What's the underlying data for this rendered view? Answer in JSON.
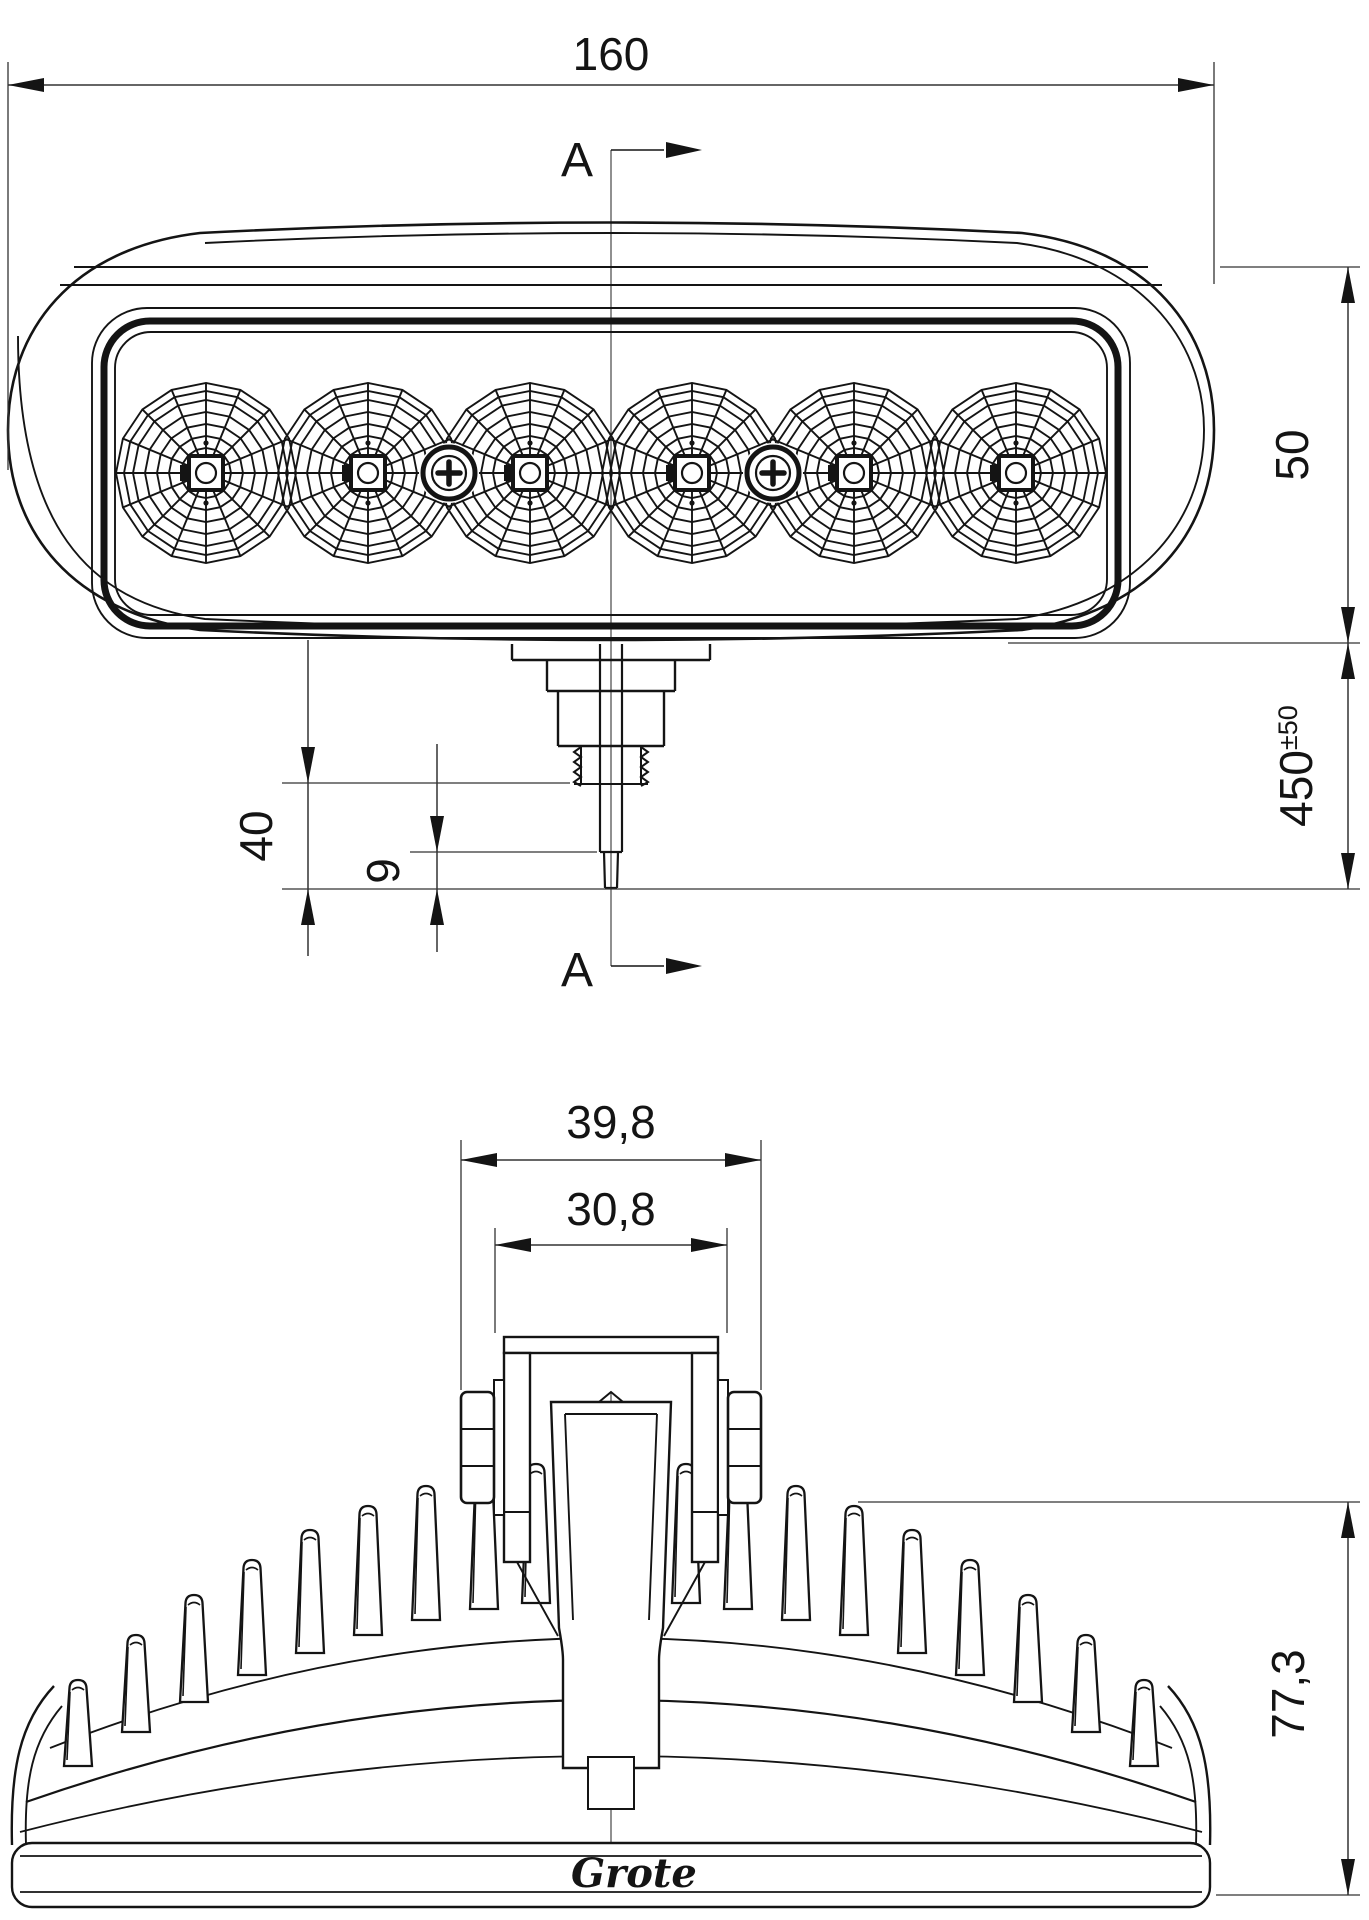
{
  "drawing": {
    "brand": {
      "logo": "Grote"
    },
    "section": {
      "label": "A"
    },
    "front_view": {
      "led_count": 6,
      "screw_count": 2,
      "dims": {
        "overall_width": "160",
        "body_height": "50",
        "cable_length": "450",
        "cable_tolerance": "±50",
        "stud_length": "40",
        "cable_tip": "9"
      }
    },
    "side_view": {
      "fin_count": 18,
      "dims": {
        "bracket_outer_width": "39,8",
        "bracket_inner_width": "30,8",
        "overall_height": "77,3"
      }
    }
  }
}
